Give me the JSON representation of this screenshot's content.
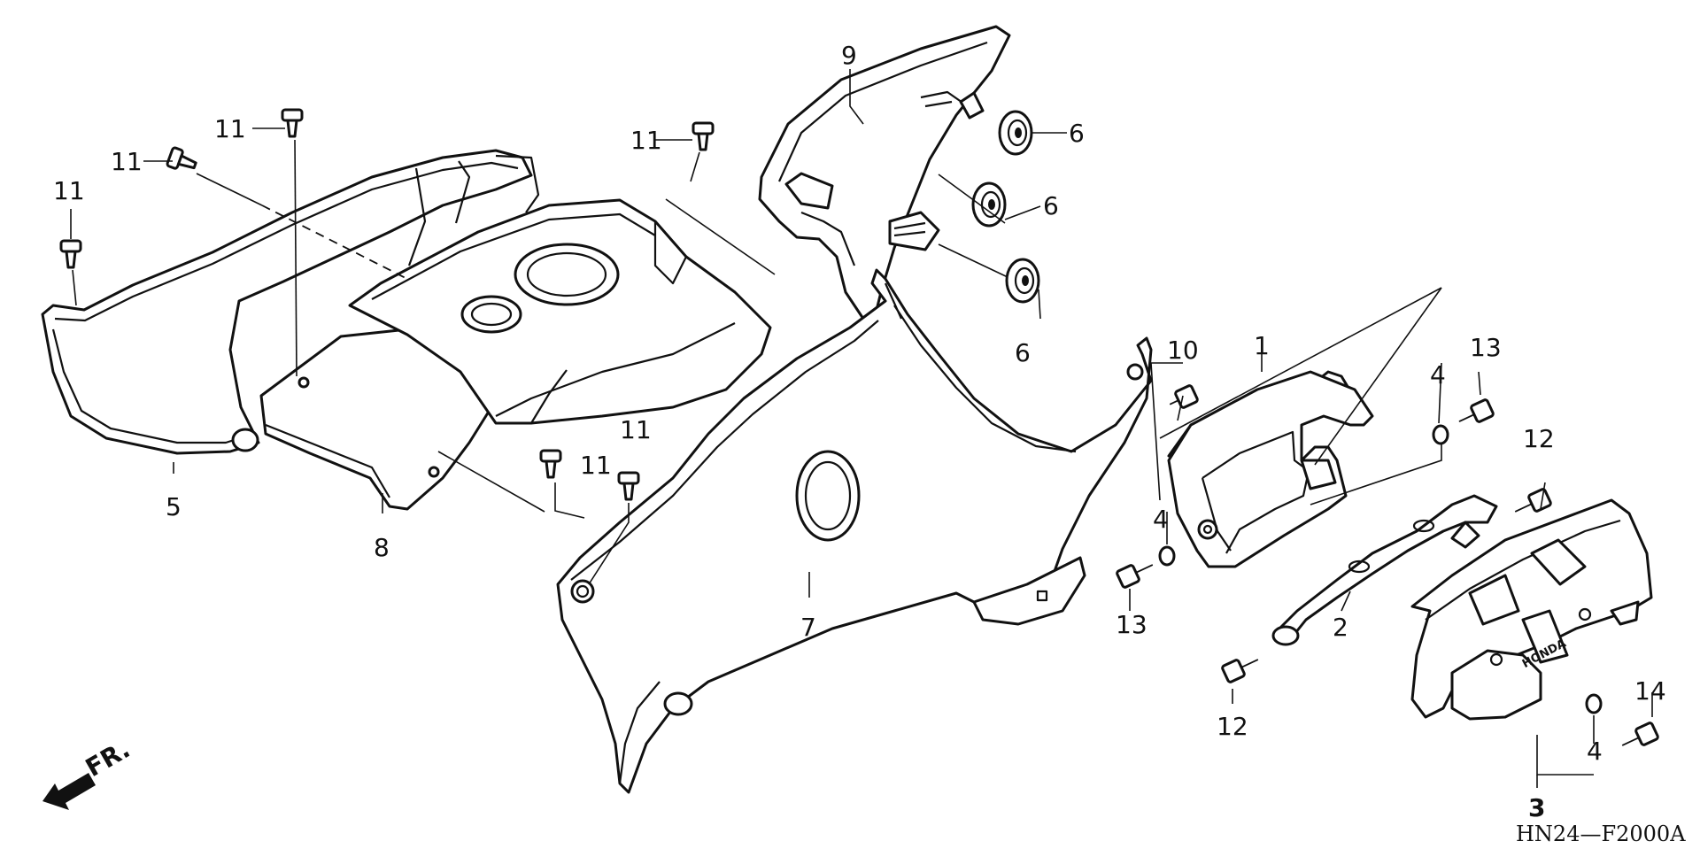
{
  "diagram_code": "HN24—F2000A",
  "direction_label": "FR.",
  "brand_mark": "HONDA",
  "callouts": {
    "c1": "1",
    "c2": "2",
    "c3": "3",
    "c4a": "4",
    "c4b": "4",
    "c4c": "4",
    "c5": "5",
    "c6a": "6",
    "c6b": "6",
    "c6c": "6",
    "c7": "7",
    "c8": "8",
    "c9": "9",
    "c10": "10",
    "c11a": "11",
    "c11b": "11",
    "c11c": "11",
    "c11d": "11",
    "c11e": "11",
    "c11f": "11",
    "c12a": "12",
    "c12b": "12",
    "c13a": "13",
    "c13b": "13",
    "c14": "14"
  },
  "colors": {
    "ink": "#111111",
    "paper": "#ffffff"
  }
}
